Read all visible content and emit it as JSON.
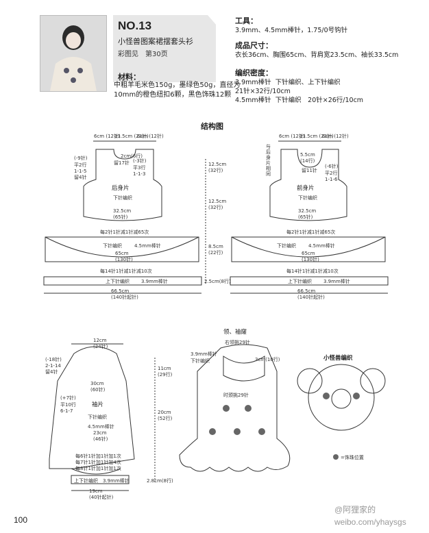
{
  "header": {
    "number": "NO.13",
    "title": "小怪兽图案裙摆套头衫",
    "color_ref": "彩图见　第30页",
    "materials_label": "材料：",
    "materials": "中粗羊毛米色150g，墨绿色50g，直径为10mm的橙色纽扣6颗，黑色饰珠12颗"
  },
  "specs": {
    "tools_label": "工具：",
    "tools": "3.9mm、4.5mm棒针，1.75/0号钩针",
    "size_label": "成品尺寸：",
    "size": "衣长36cm、胸围65cm、背肩宽23.5cm、袖长33.5cm",
    "gauge_label": "编织密度：",
    "gauge": "3.9mm棒针  下针编织、上下针编织\n21针×32行/10cm\n4.5mm棒针  下针编织　20针×26行/10cm"
  },
  "diagram": {
    "title": "结构图",
    "back": {
      "name": "后身片",
      "stitch": "下针编织",
      "top_left": "6cm\n(12针)",
      "top_mid": "11.5cm\n(23针)",
      "top_right": "6cm\n(12针)",
      "neck": "2cm(6行)",
      "neck_side": "留17针",
      "left_dec": "(-9针)\n平2行\n1-1-5\n留4针",
      "right_dec": "(-3针)\n平3行\n1-1-3",
      "armhole_h": "12.5cm\n(32行)",
      "body_h": "12.5cm\n(32行)",
      "width": "32.5cm\n(65针)"
    },
    "front": {
      "name": "前身片",
      "stitch": "下针编织",
      "top_left": "6cm\n(12针)",
      "top_mid": "11.5cm\n(23针)",
      "top_right": "6cm\n(12针)",
      "neck": "5.5cm\n(14行)",
      "neck_side": "留11针",
      "side_note": "与后身片相同",
      "right_dec": "(-6针)\n平2行\n1-1-6",
      "width": "32.5cm\n(65针)"
    },
    "skirt": {
      "top_dec": "每2针1针减1针减65次",
      "stitch": "下针编织",
      "needle": "4.5mm棒针",
      "width": "65cm\n(130针)",
      "dec2": "每14针1针减1针减10次",
      "height": "8.5cm\n(22行)",
      "border": "上下针编织",
      "border_needle": "3.9mm棒针",
      "border_h": "2.5cm(8行)",
      "total_width": "66.5cm\n(140针起针)"
    },
    "sleeve": {
      "name": "袖片",
      "top": "12cm\n(24针)",
      "cap": "(-18针)\n2-1-14\n留4针",
      "cap_h": "11cm\n(29行)",
      "width": "30cm\n(60针)",
      "inc": "(+7针)\n平10行\n6-1-7",
      "body_h": "20cm\n(52行)",
      "stitch": "下针编织",
      "needle": "4.5mm棒针",
      "low_width": "23cm\n(46针)",
      "incs": "每6针1针加1针加1次\n每7针1针加1针加4次\n每8针1针加1针加1次",
      "border": "上下针编织",
      "border_needle": "3.9mm棒针",
      "border_h": "2.8cm(8行)",
      "cast_on": "19cm\n(40针起针)"
    },
    "collar": {
      "title": "领、袖窿",
      "pick": "右领挑29针",
      "needle": "3.9mm棒针\n下针编织",
      "size": "3cm(10行)",
      "bottom": "时颈挑29针"
    },
    "motif": {
      "title": "小怪兽编织",
      "legend": "=饰珠位置"
    }
  },
  "footer": {
    "page": "100",
    "watermark1": "@阿狸家的",
    "watermark2": "weibo.com/yhaysgs"
  }
}
